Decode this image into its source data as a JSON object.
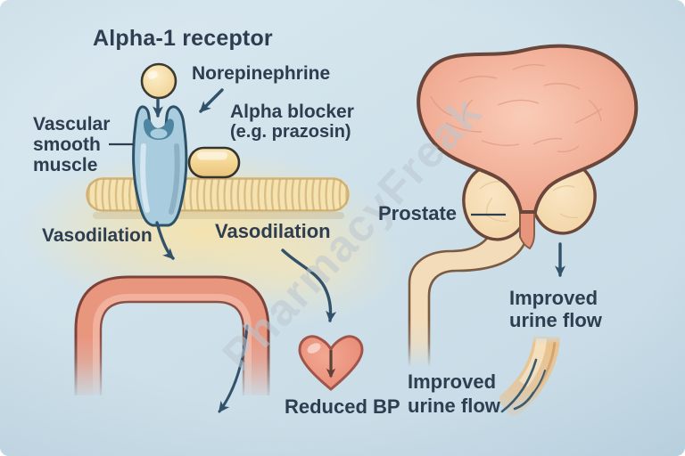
{
  "title": "Alpha-1 receptor",
  "watermark": "PharmacyFreak",
  "receptor_panel": {
    "norepinephrine_label": "Norepinephrine",
    "alpha_blocker_label_line1": "Alpha blocker",
    "alpha_blocker_label_line2": "(e.g. prazosin)",
    "muscle_label_line1": "Vascular",
    "muscle_label_line2": "smooth",
    "muscle_label_line3": "muscle",
    "vasodilation_label_receptor": "Vasodilation",
    "vasodilation_label_heart": "Vasodilation",
    "reduced_bp_label": "Reduced BP"
  },
  "prostate_panel": {
    "prostate_label": "Prostate",
    "urine_flow_upper_line1": "Improved",
    "urine_flow_upper_line2": "urine flow",
    "urine_flow_lower_line1": "Improved",
    "urine_flow_lower_line2": "urine flow"
  },
  "colors": {
    "background_blue": "#cfe1ea",
    "text_dark": "#2e3d4f",
    "arrow_slate": "#31526a",
    "receptor_blue": "#a9cdde",
    "membrane_cream": "#f4e2b0",
    "ligand_yellow": "#f6d99c",
    "vessel_salmon": "#e9967f",
    "heart_red": "#ec9483",
    "bladder_pink": "#efa38d",
    "prostate_tan": "#f5dcb2"
  }
}
